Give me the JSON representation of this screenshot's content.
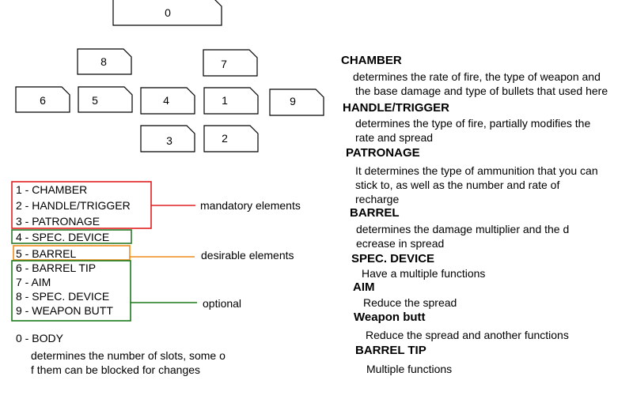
{
  "slots": [
    {
      "id": "0",
      "label": "0"
    },
    {
      "id": "8",
      "label": "8"
    },
    {
      "id": "7",
      "label": "7"
    },
    {
      "id": "6",
      "label": "6"
    },
    {
      "id": "5",
      "label": "5"
    },
    {
      "id": "4",
      "label": "4"
    },
    {
      "id": "1",
      "label": "1"
    },
    {
      "id": "9",
      "label": "9"
    },
    {
      "id": "3",
      "label": "3"
    },
    {
      "id": "2",
      "label": "2"
    }
  ],
  "legend": {
    "mandatory_items": [
      "1 - CHAMBER",
      "2 - HANDLE/TRIGGER",
      "3 - PATRONAGE"
    ],
    "spec_device_item": "4 - SPEC. DEVICE",
    "barrel_item": "5 - BARREL",
    "optional_items": [
      "6 - BARREL TIP",
      "7 - AIM",
      "8 - SPEC. DEVICE",
      "9 - WEAPON BUTT"
    ],
    "mandatory_label": "mandatory elements",
    "desirable_label": "desirable elements",
    "optional_label": "optional",
    "colors": {
      "mandatory": "#e02020",
      "spec_device": "#2a7a2a",
      "desirable": "#f08a1a",
      "optional": "#1a7a1a"
    }
  },
  "body": {
    "title": "0 - BODY",
    "lines": [
      "determines the number of slots, some o",
      "f them can be blocked for changes"
    ]
  },
  "descriptions": [
    {
      "title": "CHAMBER",
      "lines": [
        "determines the rate of fire, the type of weapon and",
        "the base damage and type of bullets that used here"
      ]
    },
    {
      "title": "HANDLE/TRIGGER",
      "lines": [
        "determines the type of fire, partially modifies the",
        "rate and spread"
      ]
    },
    {
      "title": "PATRONAGE",
      "lines": [
        "It determines the type of ammunition that you can",
        "stick to, as well as the number and rate of",
        "recharge"
      ]
    },
    {
      "title": "BARREL",
      "lines": [
        "determines the damage multiplier and the d",
        "ecrease in spread"
      ]
    },
    {
      "title": "SPEC. DEVICE",
      "lines": [
        "Have a multiple functions"
      ]
    },
    {
      "title": "AIM",
      "lines": [
        "Reduce the spread"
      ]
    },
    {
      "title": "Weapon butt",
      "lines": [
        "Reduce the spread and another functions"
      ]
    },
    {
      "title": "BARREL TIP",
      "lines": [
        "Multiple functions"
      ]
    }
  ]
}
